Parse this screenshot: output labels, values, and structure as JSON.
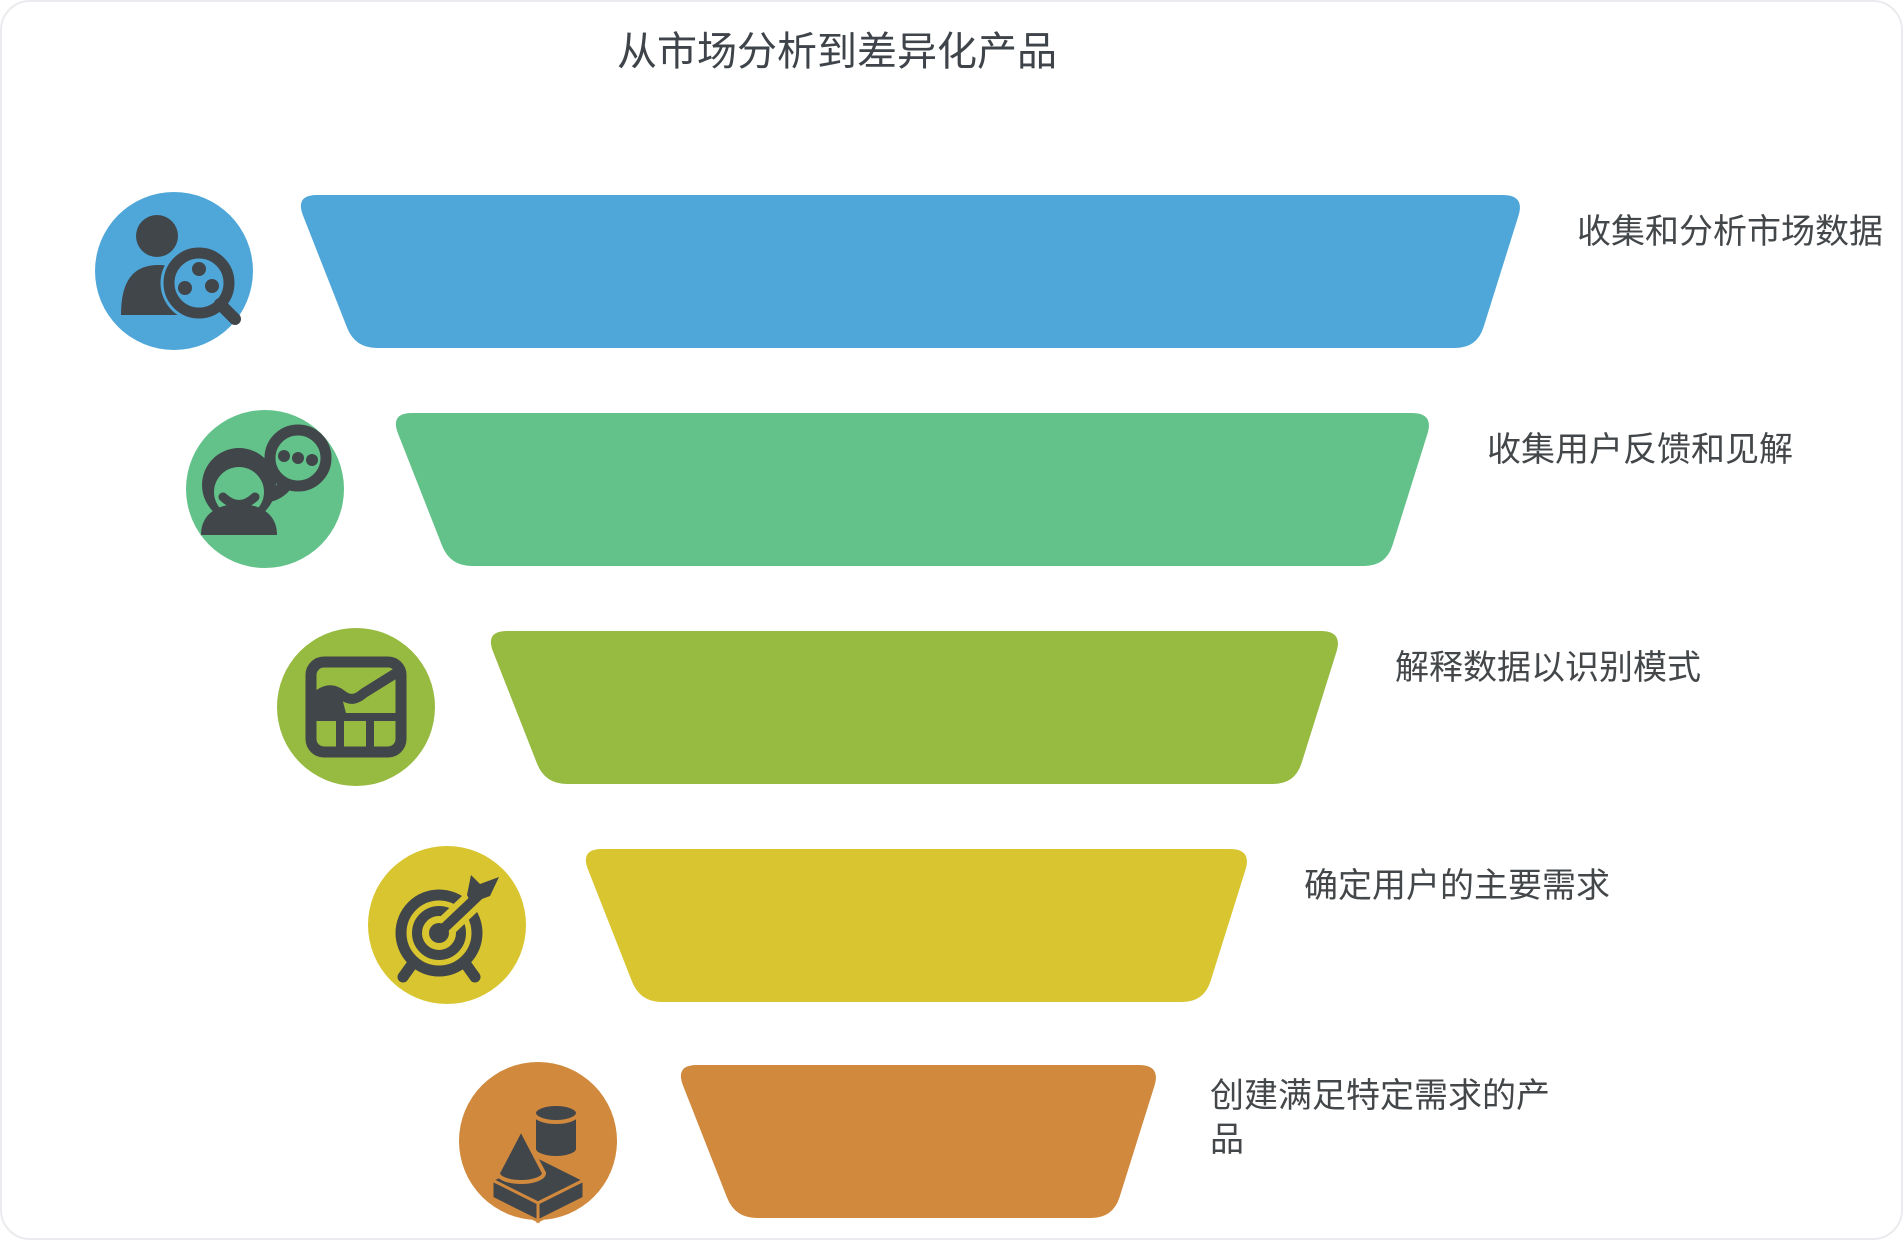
{
  "title": "从市场分析到差异化产品",
  "funnel": {
    "stages": [
      {
        "label": "收集和分析市场数据",
        "color": "#4FA7D9",
        "icon": "user-search-icon"
      },
      {
        "label": "收集用户反馈和见解",
        "color": "#63C289",
        "icon": "user-chat-icon"
      },
      {
        "label": "解释数据以识别模式",
        "color": "#97BA41",
        "icon": "chart-grid-icon"
      },
      {
        "label": "确定用户的主要需求",
        "color": "#D8C52F",
        "icon": "target-dart-icon"
      },
      {
        "label": "创建满足特定需求的产品",
        "color": "#D0893D",
        "icon": "product-shapes-icon"
      }
    ]
  },
  "colors": {
    "title_text": "#3E4449",
    "label_text": "#434749",
    "icon_glyph": "#41464B",
    "background": "#FFFFFF"
  }
}
